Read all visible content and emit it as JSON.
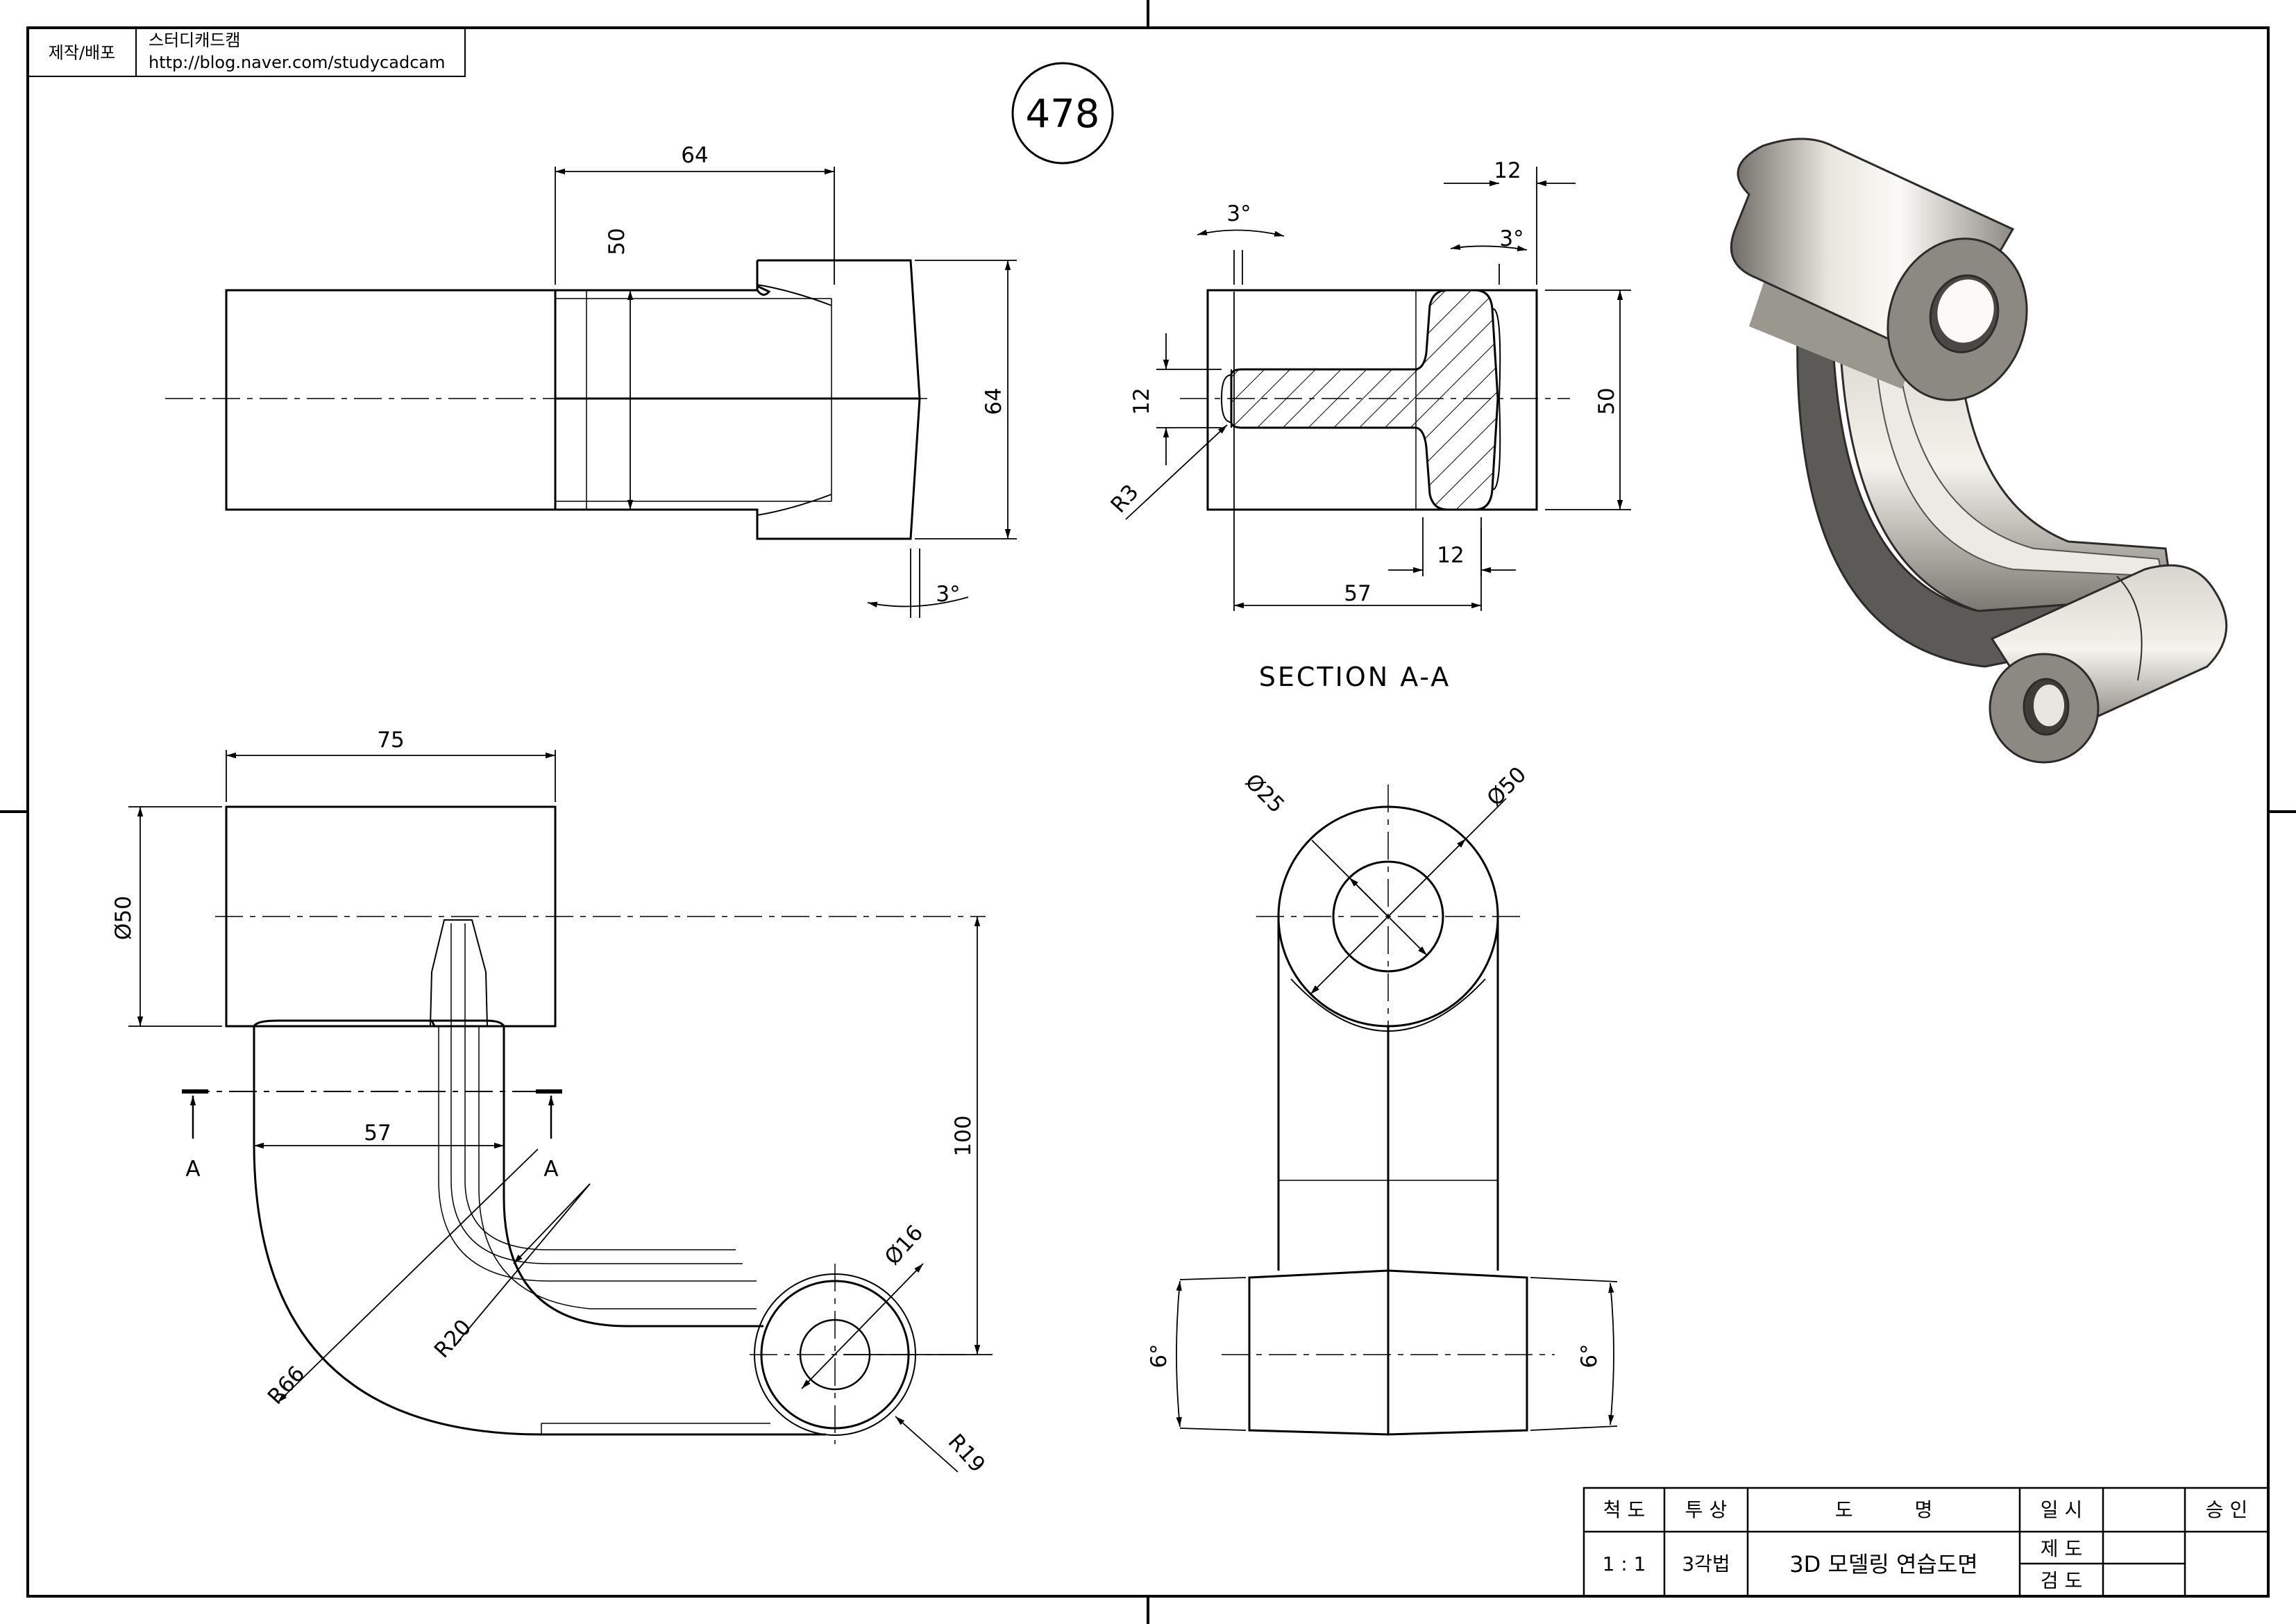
{
  "header": {
    "maker_label": "제작/배포",
    "author": "스터디캐드캠",
    "url": "http://blog.naver.com/studycadcam"
  },
  "drawing_number": "478",
  "section_title": "SECTION A-A",
  "section_marks": {
    "left": "A",
    "right": "A"
  },
  "dimensions": {
    "top_width": "64",
    "top_inner_height": "50",
    "top_height": "64",
    "top_draft": "3°",
    "sec_draft_left": "3°",
    "sec_web": "12",
    "sec_draft_right": "3°",
    "sec_flange": "12",
    "sec_height": "50",
    "sec_radius": "R3",
    "sec_bottom_flange": "12",
    "sec_length": "57",
    "front_width": "75",
    "front_dia": "Ø50",
    "front_center_dist": "100",
    "front_57": "57",
    "front_r66": "R66",
    "front_r20": "R20",
    "front_d16": "Ø16",
    "front_r19": "R19",
    "side_d25": "Ø25",
    "side_d50": "Ø50",
    "side_draft_left": "6°",
    "side_draft_right": "6°"
  },
  "title_block": {
    "scale_label": "척 도",
    "projection_label": "투 상",
    "title_label": "도          명",
    "date_label": "일 시",
    "approve_label": "승 인",
    "scale_value": "1 : 1",
    "projection_value": "3각법",
    "title_value": "3D 모델링 연습도면",
    "drawn_label": "제 도",
    "checked_label": "검 도"
  }
}
